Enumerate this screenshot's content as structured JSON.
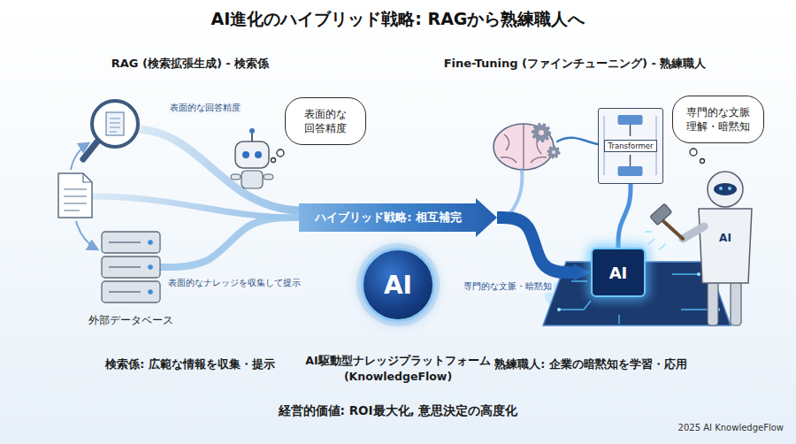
{
  "diagram": {
    "title": "AI進化のハイブリッド戦略: RAGから熟練職人へ",
    "nodes": [
      {
        "text": [
          "外部データベース"
        ]
      },
      {
        "text": [
          "表面的な 回答精度"
        ]
      },
      {
        "text": [
          "ハイブリッド戦略: 相互補完"
        ]
      },
      {
        "text": [
          "AI",
          "AI駆動型ナレッジプラットフォーム (KnowledgeFlow)"
        ]
      },
      {
        "text": [
          "Transformer"
        ]
      },
      {
        "text": [
          "専門的な文脈 理解・暗黙知"
        ]
      },
      {
        "text": [
          "AI"
        ]
      }
    ],
    "edges": [
      {
        "from": 0,
        "to": 2,
        "arrow": "none"
      },
      {
        "from": 2,
        "to": 6,
        "arrow": "to"
      },
      {
        "from": 4,
        "to": 6,
        "arrow": "none"
      }
    ],
    "labels": [
      "RAG (検索拡張生成) - 検索係",
      "Fine-Tuning (ファインチューニング) - 熟練職人",
      "表面的な回答精度",
      "表面的なナレッジを収集して提示",
      "専門的な文脈・暗黙知",
      "AI",
      "検索係: 広範な情報を収集・提示",
      "熟練職人: 企業の暗黙知を学習・応用",
      "経営的価値: ROI最大化, 意思決定の高度化",
      "2025 AI KnowledgeFlow"
    ]
  }
}
